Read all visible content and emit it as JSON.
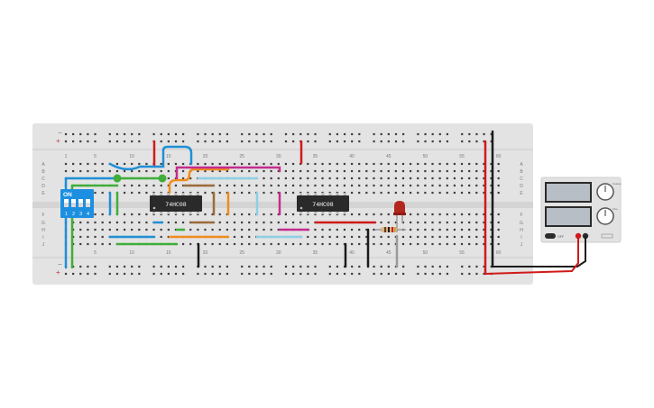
{
  "breadboard": {
    "rails_labels": {
      "minus": "−",
      "plus": "+"
    },
    "row_letters_top": [
      "A",
      "B",
      "C",
      "D",
      "E"
    ],
    "row_letters_bottom": [
      "F",
      "G",
      "H",
      "I",
      "J"
    ],
    "column_numbers": [
      "1",
      "5",
      "10",
      "15",
      "20",
      "25",
      "30",
      "35",
      "40",
      "45",
      "50",
      "55",
      "60"
    ]
  },
  "chips": [
    {
      "label": "74HC08"
    },
    {
      "label": "74HC08"
    }
  ],
  "dip_switch": {
    "on_label": "ON",
    "positions": [
      "1",
      "2",
      "3",
      "4"
    ]
  },
  "power_supply": {
    "switch_label": "OFF",
    "knob_labels": [
      "Coarse",
      "Fine"
    ]
  },
  "colors": {
    "board": "#e3e3e3",
    "hole": "#3c3c3c",
    "red_wire": "#d11a1a",
    "black_wire": "#1b1b1b",
    "blue_wire": "#1f8fd6",
    "green_wire": "#3fae3a",
    "orange_wire": "#f08c1e",
    "magenta_wire": "#c42c8e",
    "light_blue_wire": "#8ecfe6",
    "brown_wire": "#9b6b3b",
    "chip": "#2a2a2a",
    "led": "#b3261e",
    "dip": "#1d8fe0"
  }
}
